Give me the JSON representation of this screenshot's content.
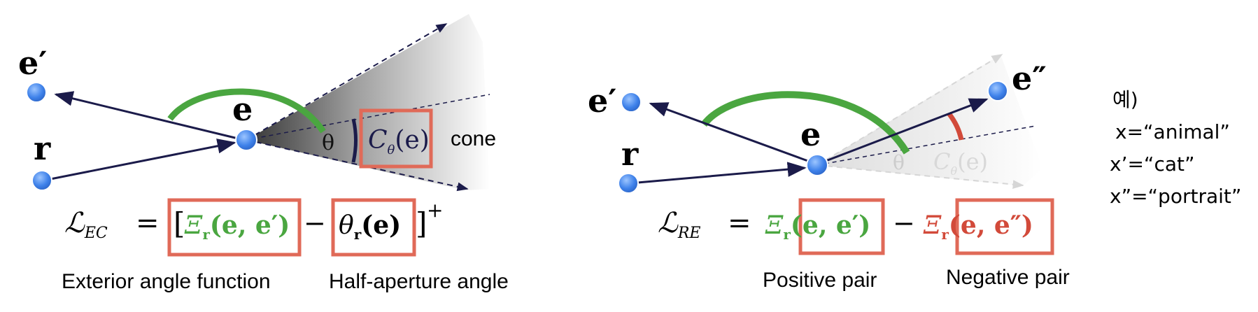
{
  "colors": {
    "arrow": "#1b1b4a",
    "arc_green": "#4aa640",
    "highlight_box": "#e06a58",
    "node_blue": "#4a86e8",
    "negative_red": "#d24a3a"
  },
  "left": {
    "node_e_prime": "e′",
    "node_r": "r",
    "node_e": "e",
    "theta_label": "θ",
    "cone_symbol": "C",
    "cone_symbol_sub": "θ",
    "cone_symbol_arg": "(e)",
    "cone_word": "cone",
    "formula": {
      "lhs": "ℒ",
      "lhs_sub": "EC",
      "eq": "=",
      "bracket_open": "[",
      "term1_xi": "Ξ",
      "term1_sub": "r",
      "term1_args": "(e, e′)",
      "minus": "−",
      "term2_theta": "θ",
      "term2_sub": "r",
      "term2_args": "(e)",
      "bracket_close": "]",
      "sup": "+"
    },
    "caption_term1": "Exterior angle function",
    "caption_term2": "Half-aperture angle"
  },
  "right": {
    "node_e_prime": "e′",
    "node_r": "r",
    "node_e": "e",
    "node_e_double_prime": "e″",
    "theta_label": "θ",
    "cone_symbol": "C",
    "cone_symbol_sub": "θ",
    "cone_symbol_arg": "(e)",
    "formula": {
      "lhs": "ℒ",
      "lhs_sub": "RE",
      "eq": "=",
      "pos_xi": "Ξ",
      "pos_sub": "r",
      "pos_args": "(e, e′)",
      "minus": "−",
      "neg_xi": "Ξ",
      "neg_sub": "r",
      "neg_args": "(e, e″)"
    },
    "caption_positive": "Positive pair",
    "caption_negative": "Negative pair"
  },
  "example": {
    "heading": "예)",
    "line1": "x=“animal”",
    "line2": "x’=“cat”",
    "line3": "x”=“portrait”"
  }
}
